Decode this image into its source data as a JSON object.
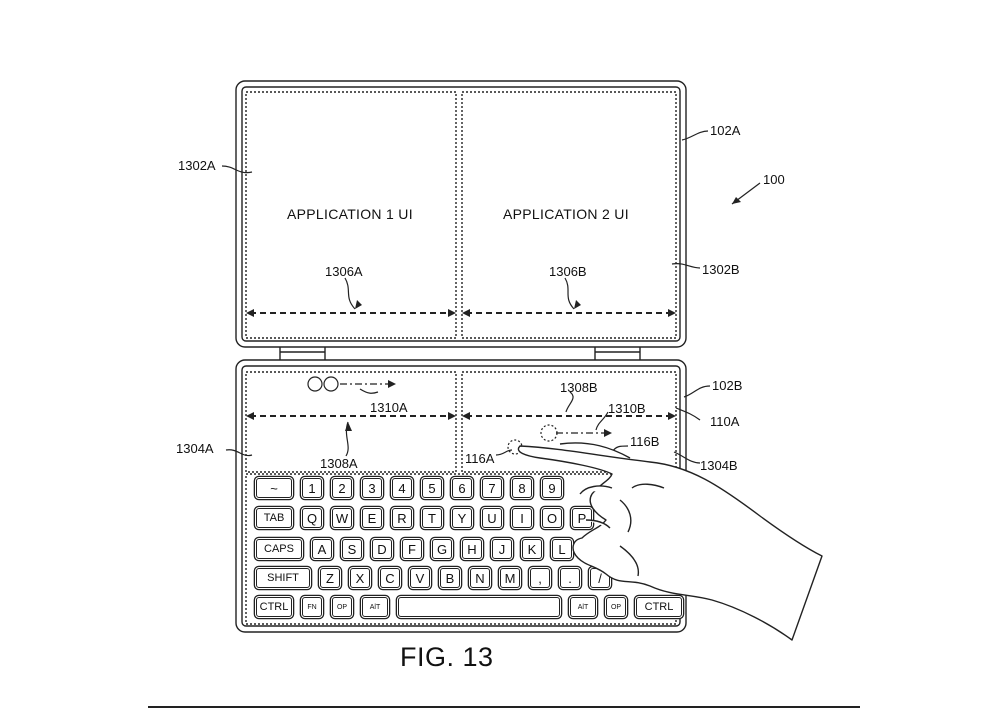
{
  "figure": {
    "caption": "FIG. 13",
    "device_label": "100",
    "upper_screen_label": "102A",
    "lower_screen_label": "102B",
    "upper_regions": {
      "left": {
        "label": "1302A",
        "app_text": "APPLICATION 1 UI",
        "line_label": "1306A"
      },
      "right": {
        "label": "1302B",
        "app_text": "APPLICATION 2 UI",
        "line_label": "1306B"
      }
    },
    "lower_regions": {
      "left": {
        "label": "1304A",
        "line_label": "1308A",
        "gesture_label": "1310A"
      },
      "right": {
        "label": "1304B",
        "line_label": "1308B",
        "gesture_label": "1310B",
        "touch_label_1": "116A",
        "touch_label_2": "116B",
        "boundary_label": "110A"
      }
    }
  },
  "keyboard": {
    "rows": [
      [
        "~",
        "1",
        "2",
        "3",
        "4",
        "5",
        "6",
        "7",
        "8",
        "9"
      ],
      [
        "TAB",
        "Q",
        "W",
        "E",
        "R",
        "T",
        "Y",
        "U",
        "I",
        "O",
        "P"
      ],
      [
        "CAPS",
        "A",
        "S",
        "D",
        "F",
        "G",
        "H",
        "J",
        "K",
        "L"
      ],
      [
        "SHIFT",
        "Z",
        "X",
        "C",
        "V",
        "B",
        "N",
        "M",
        ",",
        ".",
        "/"
      ],
      [
        "CTRL",
        "FN",
        "OP",
        "AlT",
        "",
        "AlT",
        "OP",
        "CTRL"
      ]
    ]
  }
}
